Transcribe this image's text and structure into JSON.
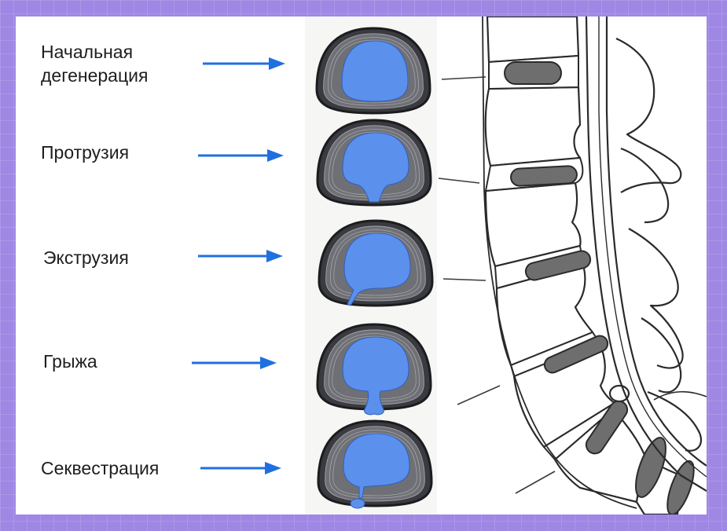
{
  "stages": [
    {
      "label_lines": [
        "Начальная",
        "дегенерация"
      ]
    },
    {
      "label_lines": [
        "Протрузия"
      ]
    },
    {
      "label_lines": [
        "Экструзия"
      ]
    },
    {
      "label_lines": [
        "Грыжа"
      ]
    },
    {
      "label_lines": [
        "Секвестрация"
      ]
    }
  ],
  "colors": {
    "background": "#9f87e4",
    "panel": "#ffffff",
    "arrow": "#1f6fe0",
    "nucleus": "#5b90ec",
    "annulus_dark": "#3a3b40",
    "annulus_mid": "#6f7075",
    "spine_fill": "#ffffff",
    "disc_fill": "#6e6e6e",
    "outline": "#2a2a2a"
  },
  "icons": {
    "disc": "disc-cross-section-icon",
    "arrow": "arrow-right-icon"
  }
}
